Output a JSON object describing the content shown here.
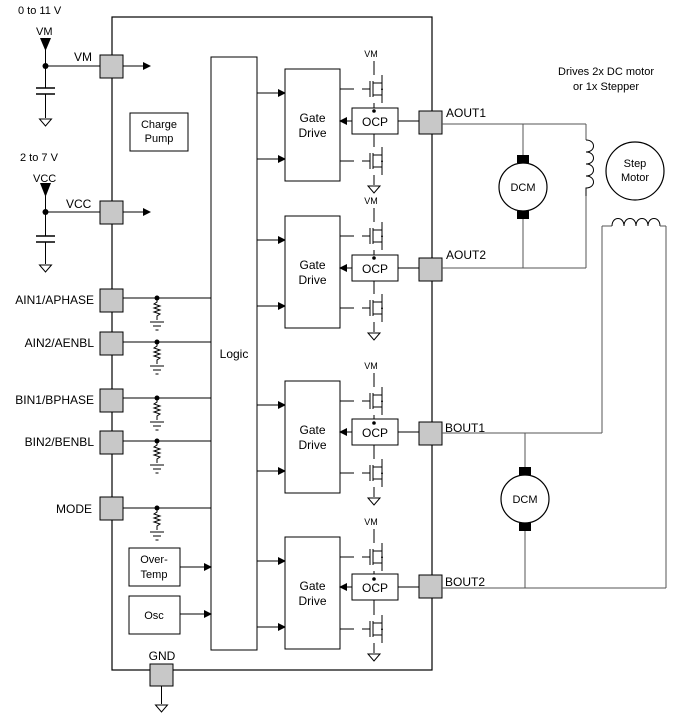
{
  "supply": {
    "vm_range": "0 to 11 V",
    "vm_symbol": "VM",
    "vcc_range": "2 to 7 V",
    "vcc_symbol": "VCC"
  },
  "pins": {
    "vm": "VM",
    "vcc": "VCC",
    "ain1": "AIN1/APHASE",
    "ain2": "AIN2/AENBL",
    "bin1": "BIN1/BPHASE",
    "bin2": "BIN2/BENBL",
    "mode": "MODE",
    "gnd": "GND",
    "aout1": "AOUT1",
    "aout2": "AOUT2",
    "bout1": "BOUT1",
    "bout2": "BOUT2"
  },
  "blocks": {
    "charge_pump": [
      "Charge",
      "Pump"
    ],
    "logic": "Logic",
    "gate_drive": [
      "Gate",
      "Drive"
    ],
    "ocp": "OCP",
    "vm_label": "VM",
    "over_temp": [
      "Over-",
      "Temp"
    ],
    "osc": "Osc"
  },
  "loads": {
    "caption": [
      "Drives 2x DC motor",
      "or 1x Stepper"
    ],
    "dcm": "DCM",
    "step_motor": [
      "Step",
      "Motor"
    ]
  }
}
